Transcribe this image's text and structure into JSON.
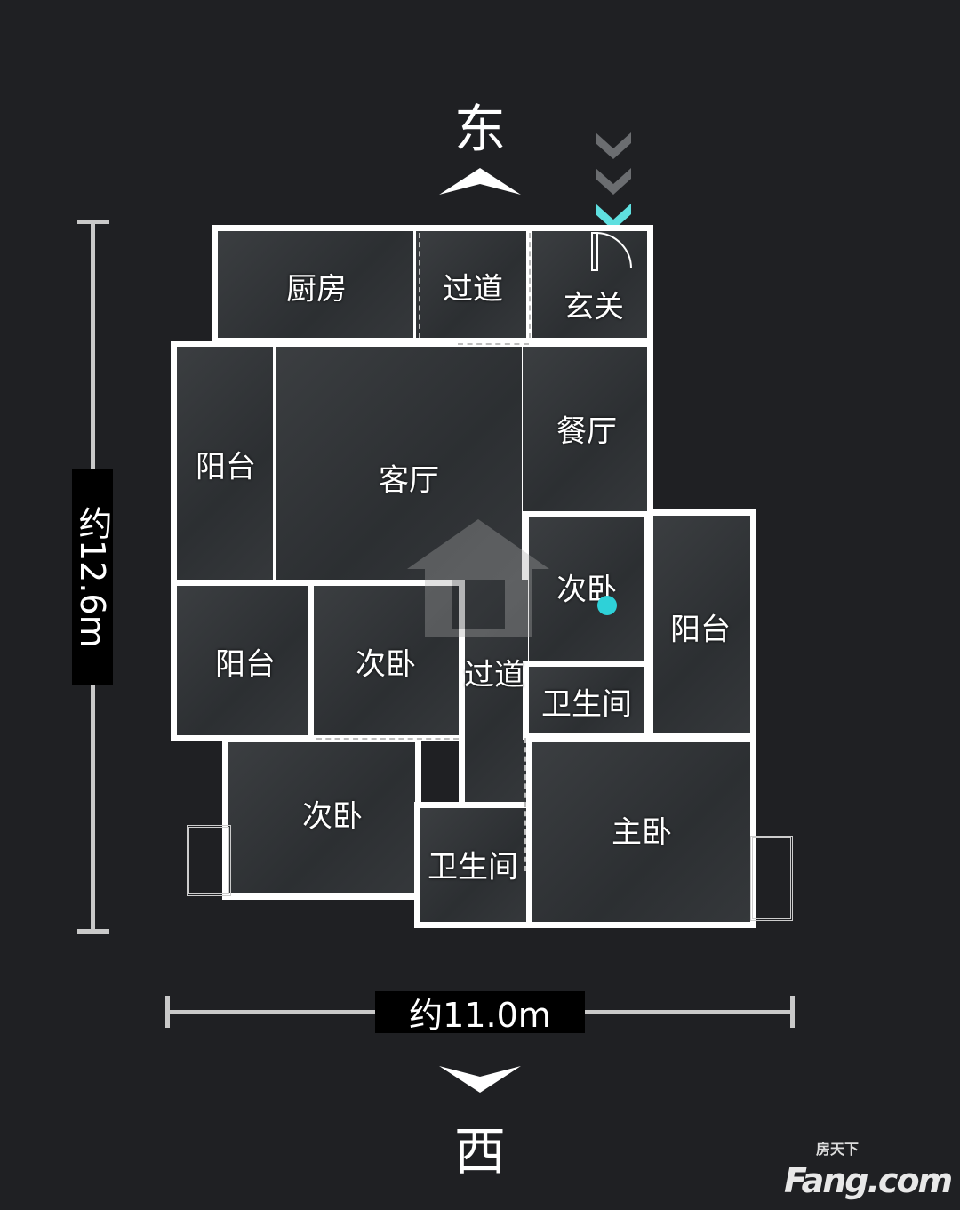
{
  "compass": {
    "top": "东",
    "bottom": "西"
  },
  "dimensions": {
    "height": "约12.6m",
    "width": "约11.0m"
  },
  "rooms": {
    "kitchen": "厨房",
    "corridor_top": "过道",
    "foyer": "玄关",
    "balcony_left_top": "阳台",
    "living_room": "客厅",
    "dining_room": "餐厅",
    "bedroom_center": "次卧",
    "balcony_right": "阳台",
    "balcony_left_bottom": "阳台",
    "bedroom_mid": "次卧",
    "corridor_mid": "过道",
    "bathroom_right": "卫生间",
    "bedroom_bottom_left": "次卧",
    "bathroom_bottom": "卫生间",
    "master_bedroom": "主卧"
  },
  "logo": {
    "brand": "Fang.com",
    "cn": "房天下"
  },
  "colors": {
    "background": "#1f2023",
    "wall": "#ffffff",
    "entrance_accent": "#5fe0e0",
    "position_marker": "#2ed1d8"
  }
}
